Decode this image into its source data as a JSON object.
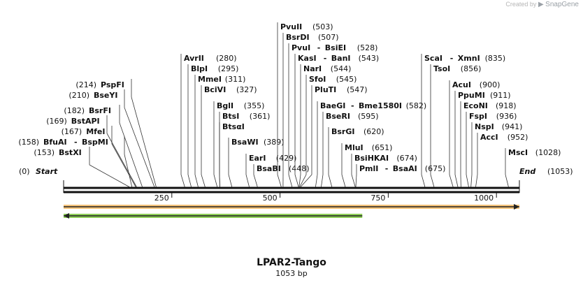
{
  "credit": {
    "created_by": "Created by",
    "brand": "SnapGene"
  },
  "title": "LPAR2-Tango",
  "subtitle": "1053 bp",
  "length": 1053,
  "start_label": "Start",
  "start_pos": "(0)",
  "end_label": "End",
  "end_pos": "(1053)",
  "ticks": [
    "250",
    "500",
    "750",
    "1000"
  ],
  "colors": {
    "forward_feature": "#f6c47a",
    "reverse_feature": "#8fcf5a",
    "ruler": "#111111"
  },
  "features": [
    {
      "direction": "forward",
      "start": 0,
      "end": 1053
    },
    {
      "direction": "reverse",
      "start": 0,
      "end": 690
    }
  ],
  "sites": [
    {
      "names": [
        "BfuAI",
        "BspMI"
      ],
      "pos": "(158)",
      "bp": 158
    },
    {
      "names": [
        "BstXI"
      ],
      "pos": "(153)",
      "bp": 153
    },
    {
      "names": [
        "MfeI"
      ],
      "pos": "(167)",
      "bp": 167
    },
    {
      "names": [
        "BstAPI"
      ],
      "pos": "(169)",
      "bp": 169
    },
    {
      "names": [
        "BsrFI"
      ],
      "pos": "(182)",
      "bp": 182
    },
    {
      "names": [
        "BseYI"
      ],
      "pos": "(210)",
      "bp": 210
    },
    {
      "names": [
        "PspFI"
      ],
      "pos": "(214)",
      "bp": 214
    },
    {
      "names": [
        "AvrII"
      ],
      "pos": "(280)",
      "bp": 280
    },
    {
      "names": [
        "BlpI"
      ],
      "pos": "(295)",
      "bp": 295
    },
    {
      "names": [
        "MmeI"
      ],
      "pos": "(311)",
      "bp": 311
    },
    {
      "names": [
        "BciVI"
      ],
      "pos": "(327)",
      "bp": 327
    },
    {
      "names": [
        "BglI"
      ],
      "pos": "(355)",
      "bp": 355
    },
    {
      "names": [
        "BtsI"
      ],
      "pos": "(361)",
      "bp": 361
    },
    {
      "names": [
        "BtsαI"
      ],
      "pos": "",
      "bp": 361
    },
    {
      "names": [
        "BsaWI"
      ],
      "pos": "(389)",
      "bp": 389
    },
    {
      "names": [
        "EarI"
      ],
      "pos": "(429)",
      "bp": 429
    },
    {
      "names": [
        "BsaBI"
      ],
      "pos": "(448)",
      "bp": 448
    },
    {
      "names": [
        "PvuII"
      ],
      "pos": "(503)",
      "bp": 503
    },
    {
      "names": [
        "BsrDI"
      ],
      "pos": "(507)",
      "bp": 507
    },
    {
      "names": [
        "PvuI",
        "BsiEI"
      ],
      "pos": "(528)",
      "bp": 528
    },
    {
      "names": [
        "KasI",
        "BanI"
      ],
      "pos": "(543)",
      "bp": 543
    },
    {
      "names": [
        "NarI"
      ],
      "pos": "(544)",
      "bp": 544
    },
    {
      "names": [
        "SfoI"
      ],
      "pos": "(545)",
      "bp": 545
    },
    {
      "names": [
        "PluTI"
      ],
      "pos": "(547)",
      "bp": 547
    },
    {
      "names": [
        "BaeGI",
        "Bme1580I"
      ],
      "pos": "(582)",
      "bp": 582
    },
    {
      "names": [
        "BseRI"
      ],
      "pos": "(595)",
      "bp": 595
    },
    {
      "names": [
        "BsrGI"
      ],
      "pos": "(620)",
      "bp": 620
    },
    {
      "names": [
        "MluI"
      ],
      "pos": "(651)",
      "bp": 651
    },
    {
      "names": [
        "BsiHKAI"
      ],
      "pos": "(674)",
      "bp": 674
    },
    {
      "names": [
        "PmlI",
        "BsaAI"
      ],
      "pos": "(675)",
      "bp": 675
    },
    {
      "names": [
        "ScaI",
        "XmnI"
      ],
      "pos": "(835)",
      "bp": 835
    },
    {
      "names": [
        "TsoI"
      ],
      "pos": "(856)",
      "bp": 856
    },
    {
      "names": [
        "AcuI"
      ],
      "pos": "(900)",
      "bp": 900
    },
    {
      "names": [
        "PpuMI"
      ],
      "pos": "(911)",
      "bp": 911
    },
    {
      "names": [
        "EcoNI"
      ],
      "pos": "(918)",
      "bp": 918
    },
    {
      "names": [
        "FspI"
      ],
      "pos": "(936)",
      "bp": 936
    },
    {
      "names": [
        "NspI"
      ],
      "pos": "(941)",
      "bp": 941
    },
    {
      "names": [
        "AccI"
      ],
      "pos": "(952)",
      "bp": 952
    },
    {
      "names": [
        "MscI"
      ],
      "pos": "(1028)",
      "bp": 1028
    }
  ]
}
